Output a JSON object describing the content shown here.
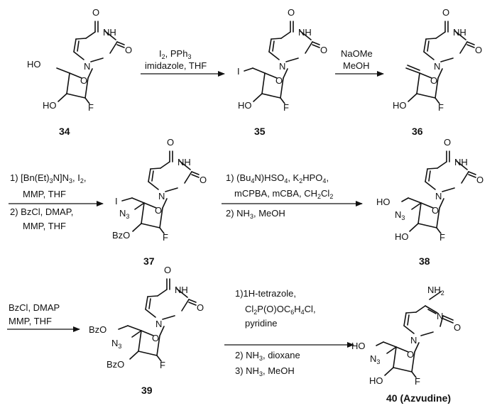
{
  "compounds": {
    "c34": "34",
    "c35": "35",
    "c36": "36",
    "c37": "37",
    "c38": "38",
    "c39": "39",
    "c40": "40 (Azvudine)"
  },
  "atoms": {
    "O": "O",
    "NH": "NH",
    "N": "N",
    "F": "F",
    "I": "I",
    "HO": "HO",
    "BzO": "BzO",
    "N3_base": "N",
    "N3_sub": "3",
    "NH2_base": "NH",
    "NH2_sub": "2"
  },
  "steps": {
    "s1": {
      "l1_main": "I",
      "l1_sub": "2",
      "l1_tail": ", PPh",
      "l1_sub2": "3",
      "l2": "imidazole, THF"
    },
    "s2": {
      "l1": "NaOMe",
      "l2": "MeOH"
    },
    "s3": {
      "l1_a": "1) [Bn(Et)",
      "l1_sub": "3",
      "l1_b": "N]N",
      "l1_sub2": "3",
      "l1_c": ", I",
      "l1_sub3": "2",
      "l1_d": ",",
      "l2": "MMP, THF",
      "l3": "2) BzCl, DMAP,",
      "l4": "MMP, THF"
    },
    "s4": {
      "l1_a": "1) (Bu",
      "l1_sub": "4",
      "l1_b": "N)HSO",
      "l1_sub2": "4",
      "l1_c": ", K",
      "l1_sub3": "2",
      "l1_d": "HPO",
      "l1_sub4": "4",
      "l1_e": ",",
      "l2_a": "mCPBA, mCBA, CH",
      "l2_sub": "2",
      "l2_b": "Cl",
      "l2_sub2": "2",
      "l3": "2) NH",
      "l3_sub": "3",
      "l3_b": ", MeOH"
    },
    "s5": {
      "l1": "BzCl, DMAP",
      "l2": "MMP, THF"
    },
    "s6": {
      "l1": "1)1H-tetrazole,",
      "l2_a": "Cl",
      "l2_sub": "2",
      "l2_b": "P(O)OC",
      "l2_sub2": "6",
      "l2_c": "H",
      "l2_sub3": "4",
      "l2_d": "Cl,",
      "l3": "pyridine",
      "l4_a": "2) NH",
      "l4_sub": "3",
      "l4_b": ", dioxane",
      "l5_a": "3) NH",
      "l5_sub": "3",
      "l5_b": ", MeOH"
    }
  }
}
